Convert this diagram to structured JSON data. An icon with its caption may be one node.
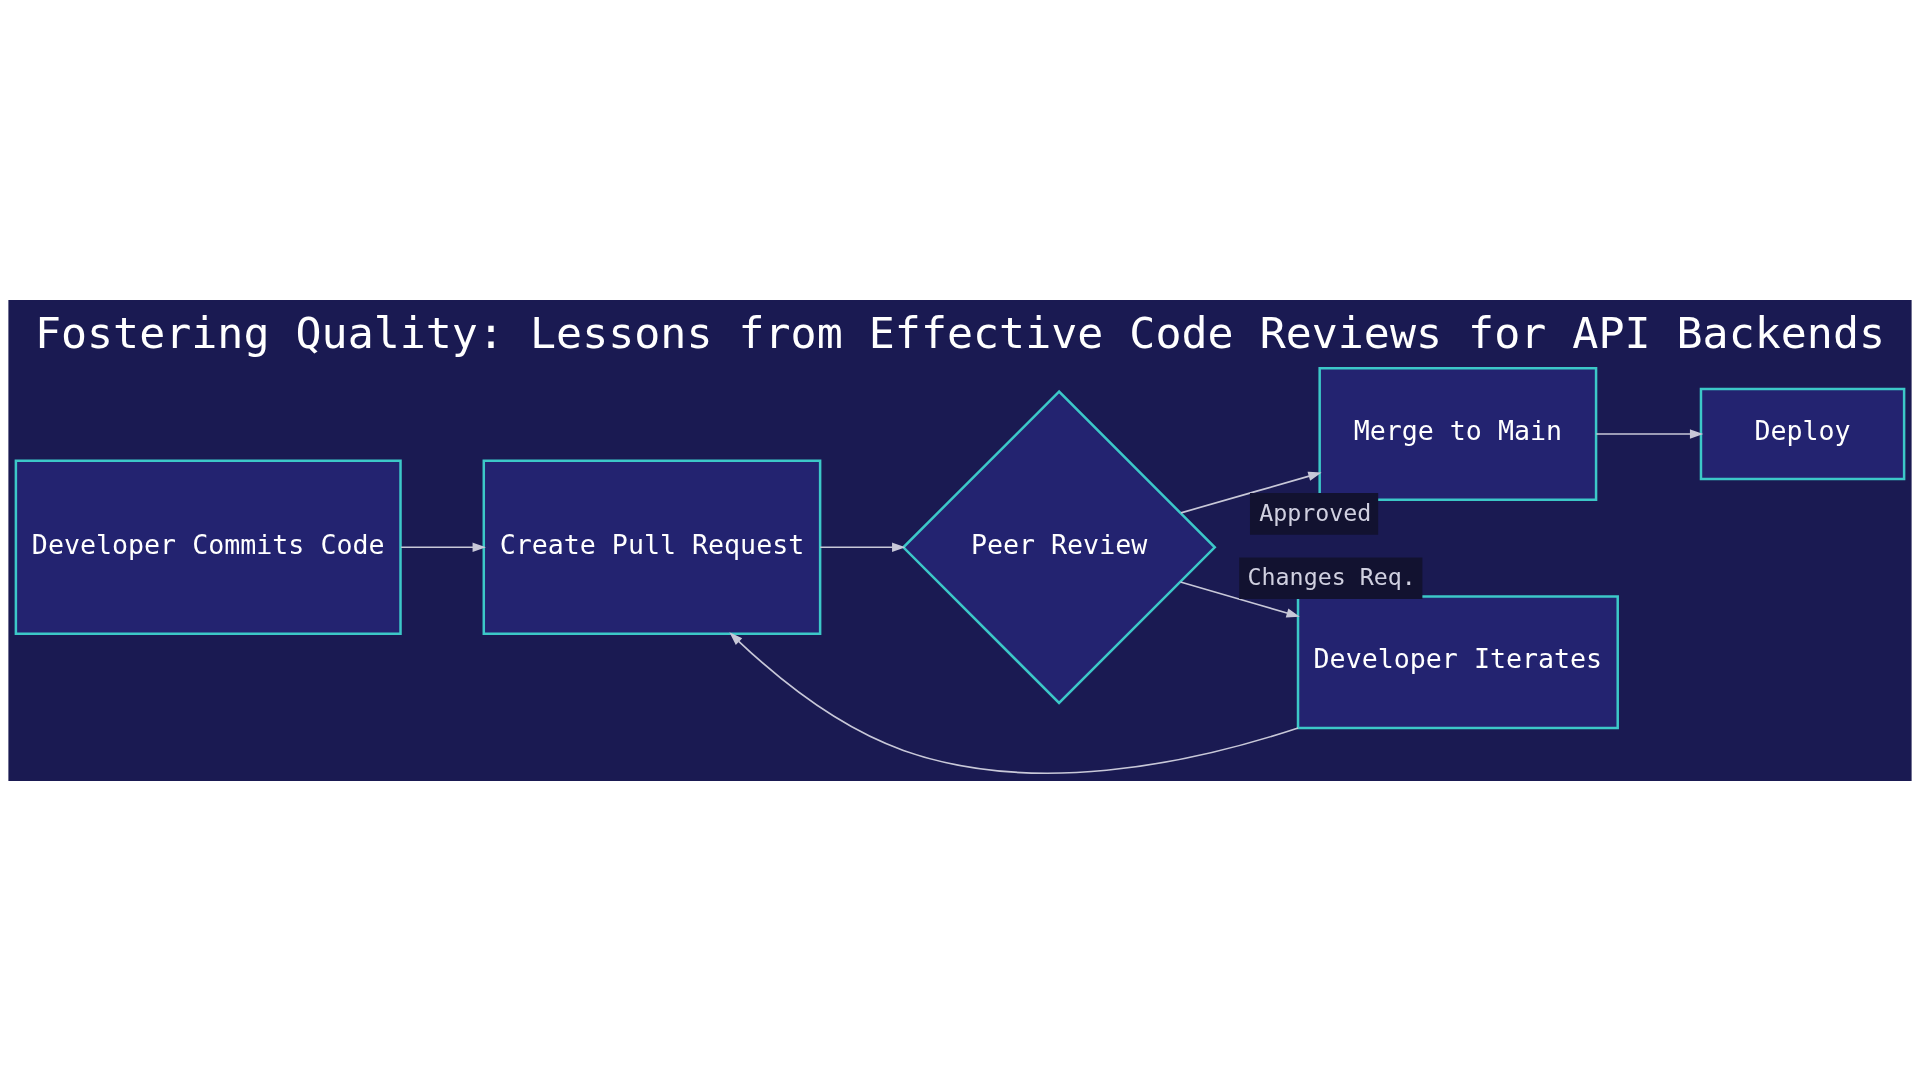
{
  "diagram": {
    "title": "Fostering Quality: Lessons from Effective Code Reviews for API Backends",
    "nodes": [
      {
        "text": [
          "Developer Commits Code"
        ]
      },
      {
        "text": [
          "Create Pull Request"
        ]
      },
      {
        "text": [
          "Peer Review"
        ]
      },
      {
        "text": [
          "Merge to Main"
        ]
      },
      {
        "text": [
          "Deploy"
        ]
      },
      {
        "text": [
          "Developer Iterates"
        ]
      }
    ],
    "edges": [
      {
        "from": 0,
        "to": 1,
        "arrow": "to"
      },
      {
        "from": 1,
        "to": 2,
        "arrow": "to"
      },
      {
        "from": 2,
        "to": 3,
        "arrow": "to",
        "label": "Approved"
      },
      {
        "from": 2,
        "to": 5,
        "arrow": "to",
        "label": "Changes Req."
      },
      {
        "from": 3,
        "to": 4,
        "arrow": "to"
      },
      {
        "from": 5,
        "to": 1,
        "arrow": "to"
      }
    ]
  }
}
